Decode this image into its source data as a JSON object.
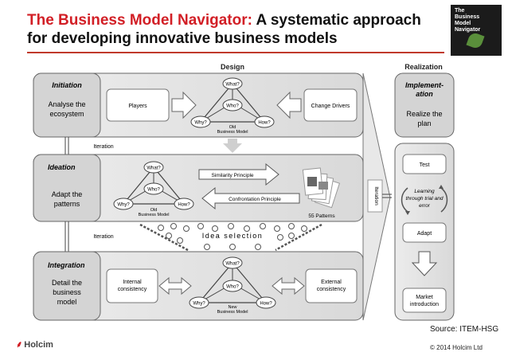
{
  "header": {
    "title_red": "The Business Model Navigator:",
    "title_rest": " A systematic approach for developing innovative business models"
  },
  "book": {
    "title_lines": [
      "The",
      "Business",
      "Model",
      "Navigator"
    ]
  },
  "sections": {
    "design": "Design",
    "realization": "Realization"
  },
  "phases": {
    "initiation": {
      "title": "Initiation",
      "body": [
        "Analyse the",
        "ecosystem"
      ]
    },
    "ideation": {
      "title": "Ideation",
      "body": [
        "Adapt the",
        "patterns"
      ]
    },
    "integration": {
      "title": "Integration",
      "body": [
        "Detail the",
        "business",
        "model"
      ]
    }
  },
  "initiation_row": {
    "left": "Players",
    "right": "Change Drivers",
    "caption": [
      "Old",
      "Business Model"
    ]
  },
  "ideation_row": {
    "principle1": "Similarity Principle",
    "principle2": "Confrontation Principle",
    "caption": [
      "Old",
      "Business Model"
    ],
    "patterns": "55 Patterns"
  },
  "integration_row": {
    "left": [
      "Internal",
      "consistency"
    ],
    "right": [
      "External",
      "consistency"
    ],
    "caption": [
      "New",
      "Business Model"
    ]
  },
  "triangle": {
    "what": "What?",
    "who": "Who?",
    "why": "Why?",
    "how": "How?"
  },
  "iteration": "Iteration",
  "idea_selection": "Idea selection",
  "realization": {
    "title": [
      "Implement-",
      "ation"
    ],
    "body": [
      "Realize the",
      "plan"
    ],
    "test": "Test",
    "learning": [
      "Learning",
      "through trial and",
      "error"
    ],
    "adapt": "Adapt",
    "market": [
      "Market",
      "introduction"
    ]
  },
  "footer": {
    "source": "Source: ITEM-HSG",
    "logo": "Holcim",
    "copyright": "© 2014 Holcim Ltd"
  },
  "colors": {
    "accent": "#d21f26",
    "box_fill": "#e3e3e3",
    "box_dark": "#d0d0d0",
    "stroke": "#555555"
  }
}
